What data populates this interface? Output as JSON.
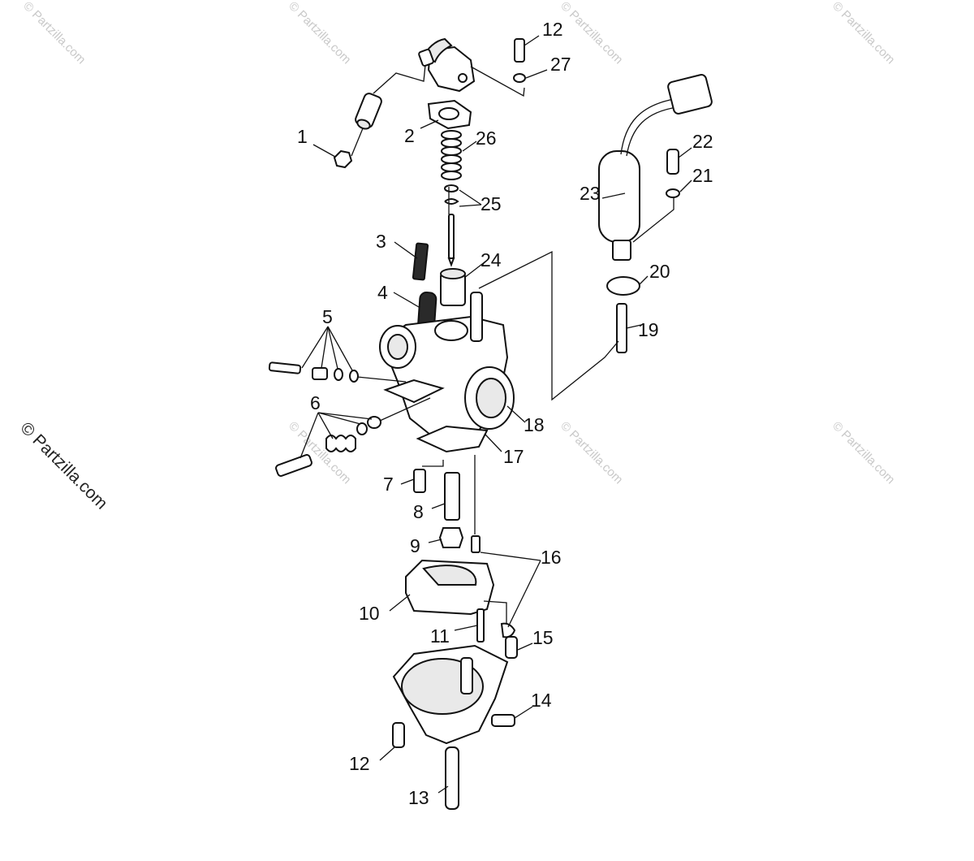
{
  "watermark": {
    "text": "© Partzilla.com",
    "color": "#c9c9c9"
  },
  "callouts": [
    {
      "id": "1",
      "text": "1"
    },
    {
      "id": "2",
      "text": "2"
    },
    {
      "id": "3",
      "text": "3"
    },
    {
      "id": "4",
      "text": "4"
    },
    {
      "id": "5",
      "text": "5"
    },
    {
      "id": "6",
      "text": "6"
    },
    {
      "id": "7",
      "text": "7"
    },
    {
      "id": "8",
      "text": "8"
    },
    {
      "id": "9",
      "text": "9"
    },
    {
      "id": "10",
      "text": "10"
    },
    {
      "id": "11",
      "text": "11"
    },
    {
      "id": "12a",
      "text": "12"
    },
    {
      "id": "12b",
      "text": "12"
    },
    {
      "id": "13",
      "text": "13"
    },
    {
      "id": "14",
      "text": "14"
    },
    {
      "id": "15",
      "text": "15"
    },
    {
      "id": "16",
      "text": "16"
    },
    {
      "id": "17",
      "text": "17"
    },
    {
      "id": "18",
      "text": "18"
    },
    {
      "id": "19",
      "text": "19"
    },
    {
      "id": "20",
      "text": "20"
    },
    {
      "id": "21",
      "text": "21"
    },
    {
      "id": "22",
      "text": "22"
    },
    {
      "id": "23",
      "text": "23"
    },
    {
      "id": "24",
      "text": "24"
    },
    {
      "id": "25",
      "text": "25"
    },
    {
      "id": "26",
      "text": "26"
    },
    {
      "id": "27",
      "text": "27"
    }
  ]
}
